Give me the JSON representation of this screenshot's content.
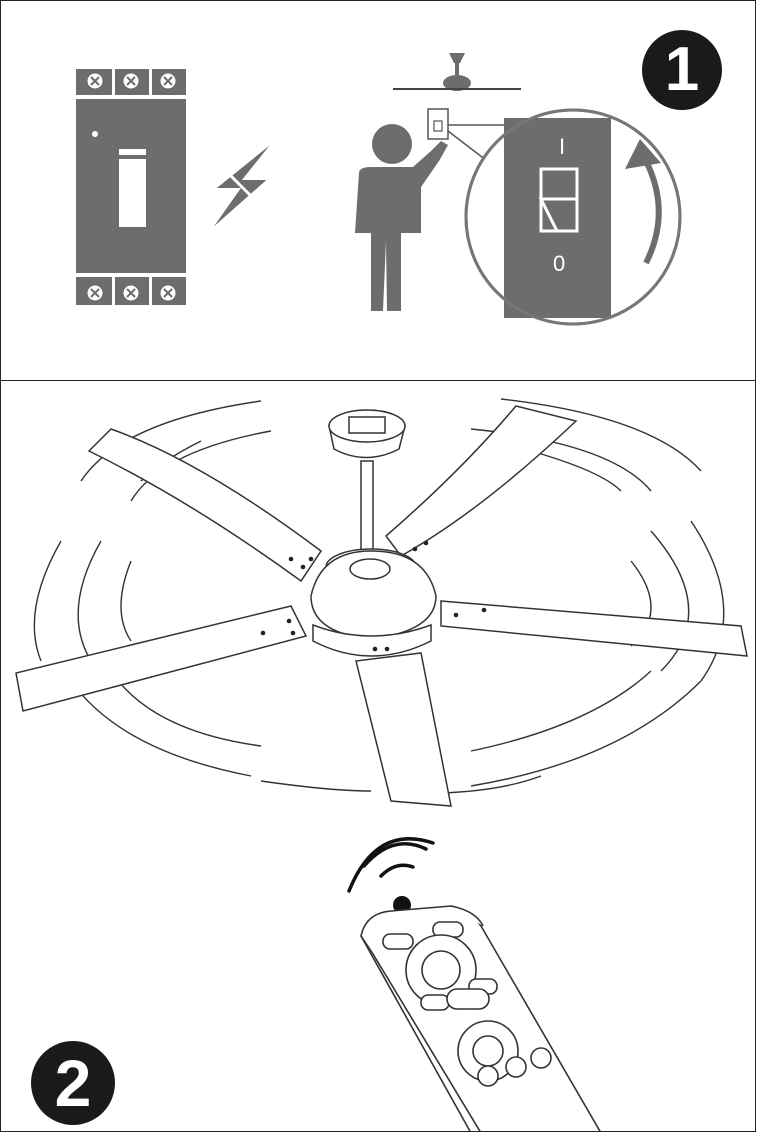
{
  "steps": [
    {
      "number": "1",
      "switch_on_label": "I",
      "switch_off_label": "0"
    },
    {
      "number": "2"
    }
  ],
  "colors": {
    "figure_gray": "#6d6d6d",
    "badge": "#1a1a1a",
    "line": "#222222"
  },
  "icons": [
    "circuit-breaker-icon",
    "lightning-bolt-icon",
    "person-icon",
    "ceiling-fan-icon",
    "wall-switch-icon",
    "rotate-arrow-icon",
    "ir-signal-icon",
    "remote-control-icon"
  ]
}
